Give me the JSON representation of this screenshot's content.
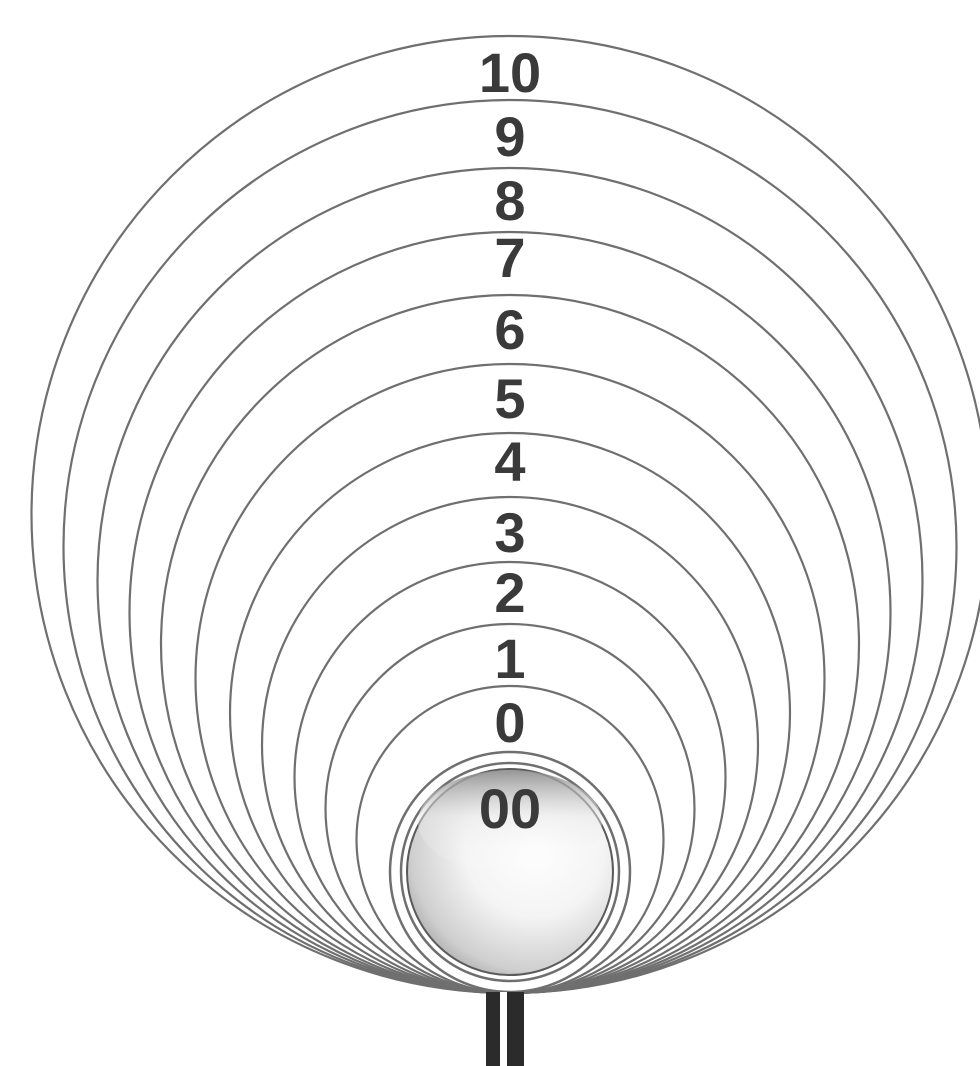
{
  "sizes": [
    "00",
    "0",
    "1",
    "2",
    "3",
    "4",
    "5",
    "6",
    "7",
    "8",
    "9",
    "10"
  ],
  "colors": {
    "ring_stroke": "#6f6f6f",
    "label": "#3a3a3a",
    "handle": "#2b2b2b"
  }
}
